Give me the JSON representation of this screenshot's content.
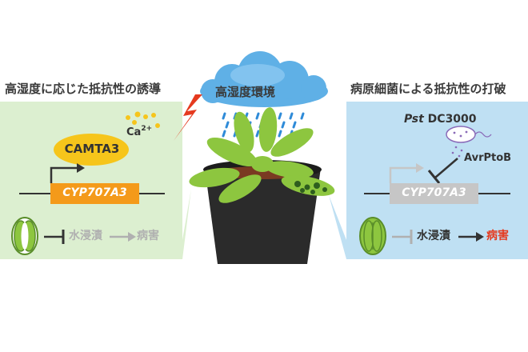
{
  "headings": {
    "left": "高湿度に応じた抵抗性の誘導",
    "right": "病原細菌による抵抗性の打破",
    "center": "高湿度環境"
  },
  "left_panel": {
    "protein": "CAMTA3",
    "ion": "Ca",
    "ion_charge": "2+",
    "gene": "CYP707A3",
    "soaking": "水浸漬",
    "disease": "病害"
  },
  "right_panel": {
    "pathogen_species": "Pst",
    "pathogen_strain": "DC3000",
    "effector": "AvrPtoB",
    "gene": "CYP707A3",
    "soaking": "水浸漬",
    "disease": "病害"
  },
  "colors": {
    "left_panel_bg": "#dcefd0",
    "right_panel_bg": "#bfe0f3",
    "camta3": "#f6c51b",
    "gene_active": "#f49a1a",
    "gene_inactive": "#c6c6c6",
    "disease_active": "#e53a1f",
    "lightning": "#e53a1f",
    "cloud": "#5fb0e6",
    "rain": "#2f8bd8",
    "leaf": "#8dc63f",
    "pot": "#2b2b2b"
  }
}
